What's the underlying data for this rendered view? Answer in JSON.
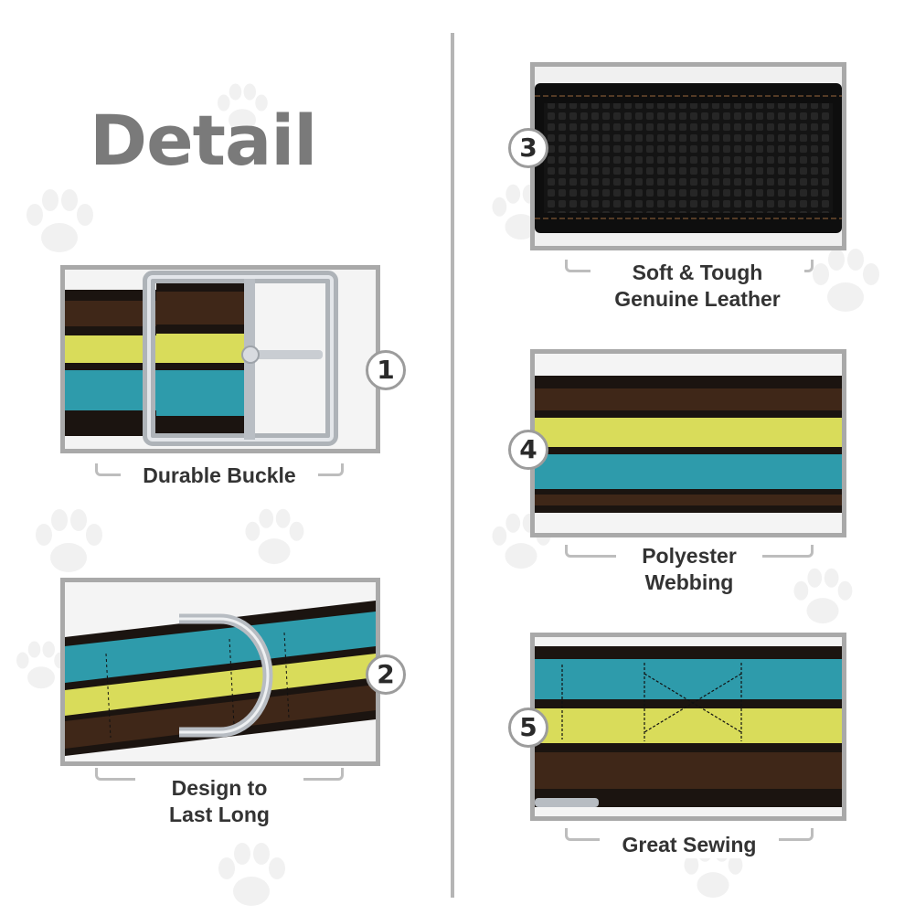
{
  "title": "Detail",
  "panels": [
    {
      "number": "1",
      "caption_lines": [
        "Durable Buckle"
      ]
    },
    {
      "number": "2",
      "caption_lines": [
        "Design to",
        "Last Long"
      ]
    },
    {
      "number": "3",
      "caption_lines": [
        "Soft & Tough",
        "Genuine Leather"
      ]
    },
    {
      "number": "4",
      "caption_lines": [
        "Polyester",
        "Webbing"
      ]
    },
    {
      "number": "5",
      "caption_lines": [
        "Great Sewing"
      ]
    }
  ],
  "colors": {
    "title": "#7a7a7a",
    "frame": "#a9a9a9",
    "divider": "#b5b5b5",
    "strap_black": "#1b1410",
    "strap_brown": "#3f2718",
    "strap_yellow": "#d9dc5a",
    "strap_teal": "#2e9bab",
    "metal": "#c9cdd2"
  },
  "icons": [
    "paw-print-icon"
  ]
}
